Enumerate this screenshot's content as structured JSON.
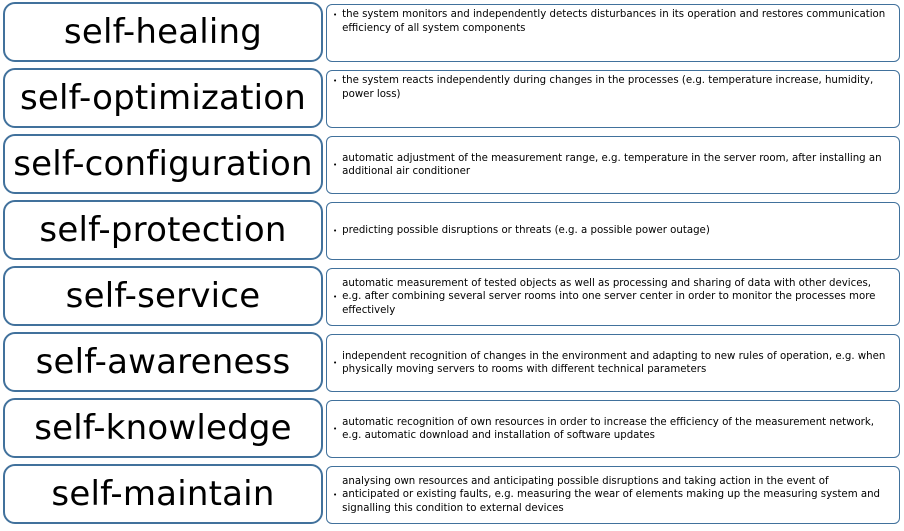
{
  "rows": [
    {
      "term": "self-healing",
      "description": "the system monitors and independently detects disturbances in its operation and restores communication efficiency of all system components"
    },
    {
      "term": "self-optimization",
      "description": "the system reacts independently during changes in the processes (e.g. temperature increase, humidity, power loss)"
    },
    {
      "term": "self-configuration",
      "description": "automatic adjustment of the measurement range, e.g. temperature in the server room, after installing an additional air conditioner"
    },
    {
      "term": "self-protection",
      "description": "predicting possible disruptions or threats (e.g. a possible power outage)"
    },
    {
      "term": "self-service",
      "description": "automatic measurement of tested objects as well as processing and sharing of data with other devices, e.g. after combining several server rooms into one server center in order to monitor the processes more effectively"
    },
    {
      "term": "self-awareness",
      "description": "independent recognition of changes in the environment and adapting to new rules of operation, e.g. when physically moving servers to rooms with different technical parameters"
    },
    {
      "term": "self-knowledge",
      "description": "automatic recognition of own resources in order to increase the efficiency of the measurement network, e.g. automatic download and installation of software updates"
    },
    {
      "term": "self-maintain",
      "description": "analysing own resources and anticipating possible disruptions  and taking action in the event of anticipated or existing faults, e.g. measuring the wear of elements making up the measuring system and signalling this condition to external devices"
    }
  ],
  "colors": {
    "border": "#41719c",
    "background": "#ffffff",
    "text": "#000000"
  },
  "bullet_symbol": "•"
}
